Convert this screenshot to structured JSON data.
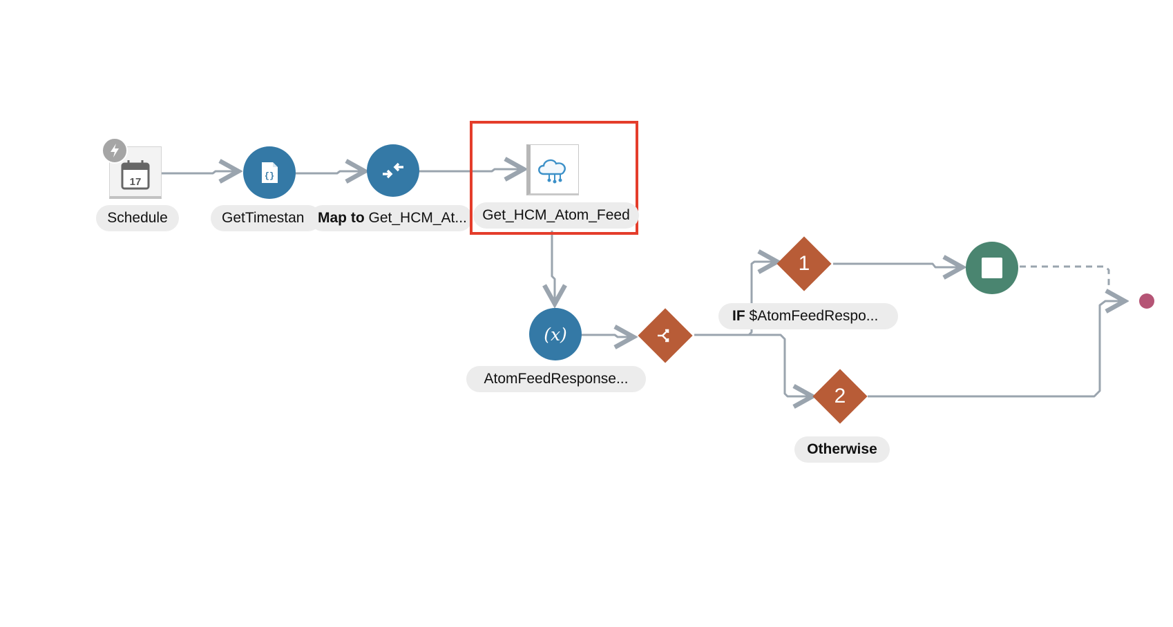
{
  "labels": {
    "schedule": "Schedule",
    "get_timestamp": "GetTimestan",
    "map_prefix": "Map to",
    "map_target": "Get_HCM_At...",
    "invoke": "Get_HCM_Atom_Feed",
    "assign": "AtomFeedResponse...",
    "branch1_prefix": "IF",
    "branch1_condition": "$AtomFeedRespo...",
    "otherwise": "Otherwise"
  },
  "nodes": {
    "schedule_day": "17",
    "assign_symbol": "(x)",
    "branch1_number": "1",
    "branch2_number": "2"
  },
  "icons": {
    "trigger": "lightning-bolt-icon",
    "schedule": "calendar-icon",
    "timestamp": "json-document-icon",
    "map": "mapper-arrows-icon",
    "invoke": "cloud-connection-icon",
    "switch": "switch-router-icon",
    "stop": "stop-square-icon"
  },
  "colors": {
    "action_blue": "#3479a6",
    "router_orange": "#b85c37",
    "stop_green": "#4a8570",
    "highlight_red": "#e43d2b",
    "connector_gray": "#9aa4ae",
    "end_dot": "#b55475"
  }
}
